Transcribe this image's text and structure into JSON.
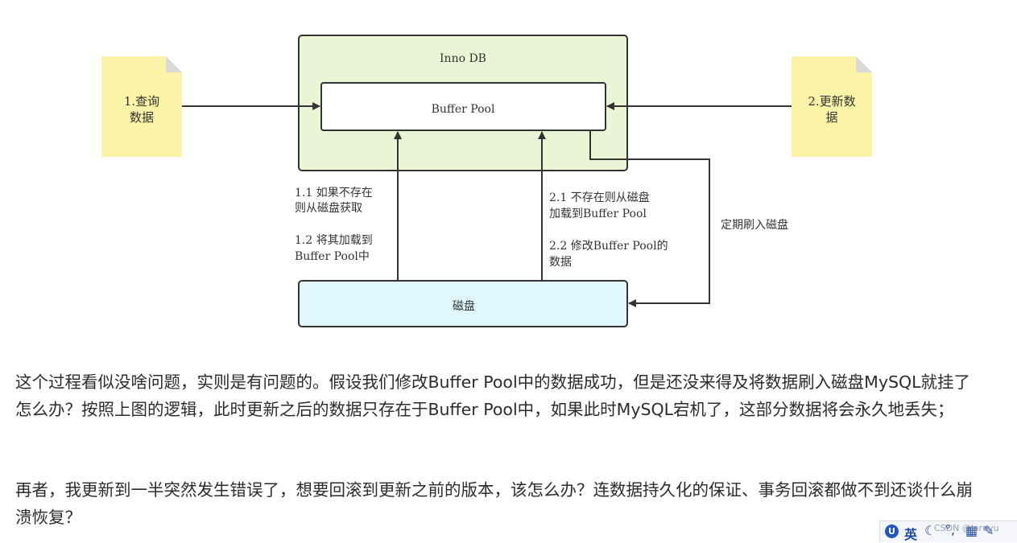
{
  "diagram": {
    "container_label": "Inno DB",
    "buffer_pool_label": "Buffer Pool",
    "disk_label": "磁盘",
    "note_query": [
      "1.查询",
      "数据"
    ],
    "note_update": [
      "2.更新数",
      "据"
    ],
    "label_query_path": [
      "1.1 如果不存在",
      "则从磁盘获取",
      "",
      "1.2 将其加载到",
      "Buffer Pool中"
    ],
    "label_update_path": [
      "2.1 不存在则从磁盘",
      "加载到Buffer Pool",
      "",
      "2.2 修改Buffer Pool的",
      "数据"
    ],
    "label_flush": "定期刷入磁盘",
    "colors": {
      "container_fill": "#eaf5d6",
      "container_border": "#333333",
      "buffer_fill": "#ffffff",
      "disk_fill": "#dff7fd",
      "note_fill": "#fbf4a6",
      "note_fold": "#d9d9d9",
      "arrow": "#333333"
    }
  },
  "text": {
    "paragraph1": "这个过程看似没啥问题，实则是有问题的。假设我们修改Buffer Pool中的数据成功，但是还没来得及将数据刷入磁盘MySQL就挂了怎么办？按照上图的逻辑，此时更新之后的数据只存在于Buffer Pool中，如果此时MySQL宕机了，这部分数据将会永久地丢失；",
    "paragraph2": "再者，我更新到一半突然发生错误了，想要回滚到更新之前的版本，该怎么办？连数据持久化的保证、事务回滚都做不到还谈什么崩溃恢复？"
  },
  "ime_toolbar": {
    "logo": "U",
    "language": "英",
    "moon_icon": "moon-icon",
    "punct_icon": "punctuation-icon",
    "keyboard_icon": "keyboard-icon",
    "tool_icon": "wrench-icon"
  },
  "watermark": "CSDN @laruyu"
}
